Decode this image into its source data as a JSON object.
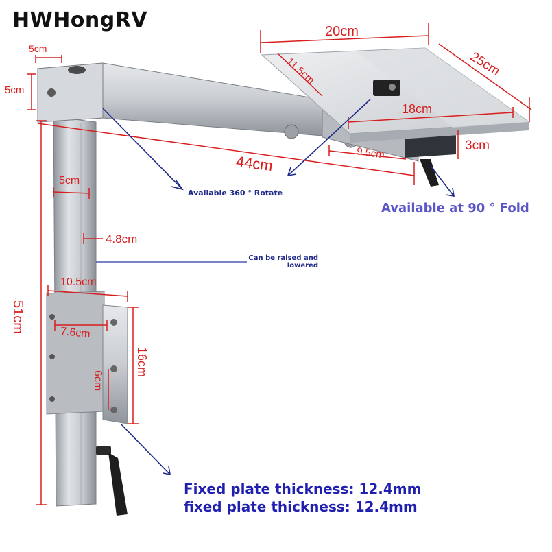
{
  "brand": "HWHongRV",
  "dimensions": {
    "top_width": "5cm",
    "side_height": "5cm",
    "plate_length": "20cm",
    "plate_width": "25cm",
    "plate_notch": "11.5cm",
    "rail_length": "18cm",
    "rail_height": "3cm",
    "clamp_width": "9.5cm",
    "arm_length": "44cm",
    "post_width": "5cm",
    "post_inner": "4.8cm",
    "post_height": "51cm",
    "bracket_width": "10.5cm",
    "bracket_inner": "7.6cm",
    "bracket_height": "16cm",
    "hole_spacing": "6cm"
  },
  "notes": {
    "rotate": "Available 360 °  Rotate",
    "raise": "Can be raised and lowered",
    "fold": "Available at 90 °   Fold"
  },
  "thickness": [
    "Fixed plate thickness: 12.4mm",
    "fixed plate thickness: 12.4mm"
  ],
  "colors": {
    "dimension": "#d81e1e",
    "note": "#1f2a8a",
    "fold_note": "#5a56c8",
    "thickness": "#1f1fb0"
  }
}
